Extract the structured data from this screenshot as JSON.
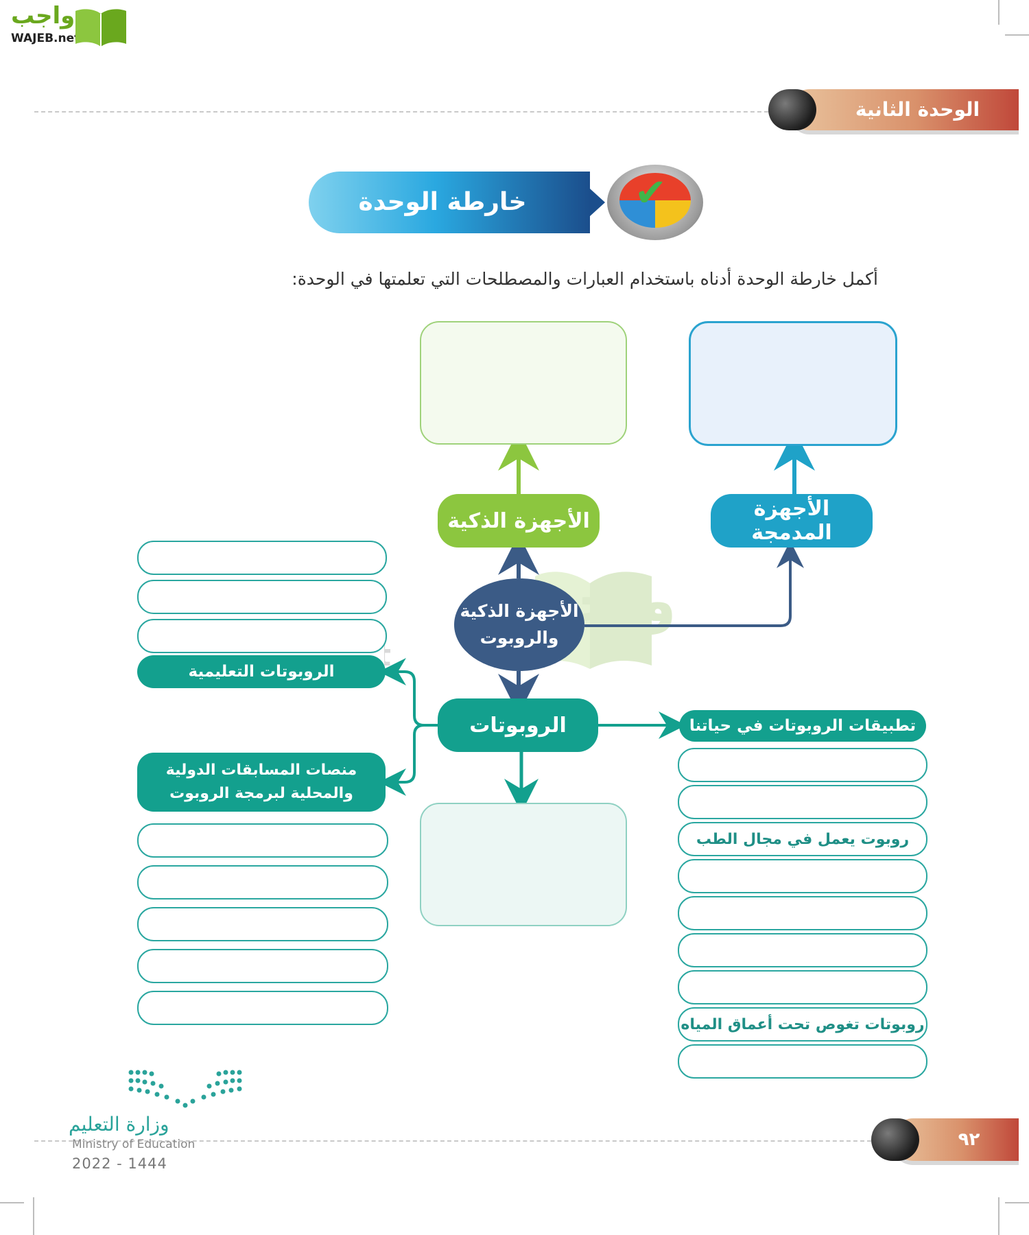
{
  "logo": {
    "arabic": "واجب",
    "latin": "WAJEB.net"
  },
  "header": {
    "unit_label": "الوحدة الثانية"
  },
  "title": {
    "text": "خارطة الوحدة"
  },
  "instruction": "أكمل خارطة الوحدة أدناه باستخدام العبارات والمصطلحات التي تعلمتها في الوحدة:",
  "diagram": {
    "center": {
      "line1": "الأجهزة الذكية",
      "line2": "والروبوت"
    },
    "smart_devices": "الأجهزة الذكية",
    "embedded_devices": "الأجهزة المدمجة",
    "robots": "الروبوتات",
    "educational_robots": "الروبوتات التعليمية",
    "competitions": {
      "line1": "منصات المسابقات الدولية",
      "line2": "والمحلية لبرمجة الروبوت"
    },
    "robot_applications": "تطبيقات الروبوتات في حياتنا",
    "medical_robot": "روبوت يعمل في مجال الطب",
    "underwater_robots": "روبوتات تغوص تحت أعماق المياه"
  },
  "colors": {
    "teal": "#13a08e",
    "smart_green": "#8cc63f",
    "embedded_blue": "#1fa2c8",
    "center_navy": "#3b5b86"
  },
  "watermark": {
    "arabic": "واجب",
    "latin": "WAJEB.net"
  },
  "footer": {
    "page_number": "٩٢",
    "ministry_ar": "وزارة التعليم",
    "ministry_en": "Ministry of Education",
    "year": "2022 - 1444"
  }
}
